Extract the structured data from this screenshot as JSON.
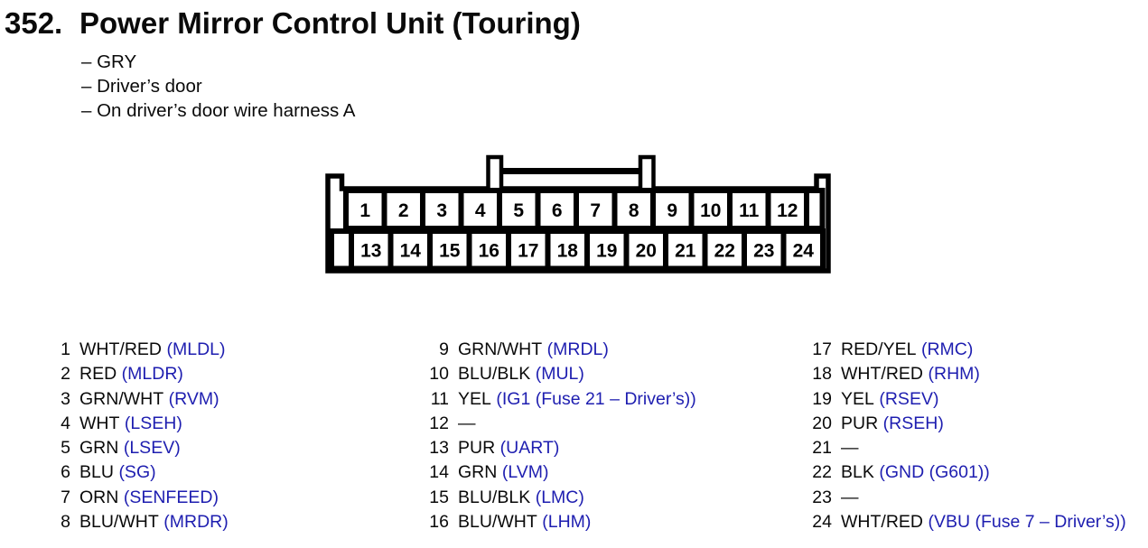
{
  "page": {
    "title_number": "352.",
    "title": "Power Mirror Control Unit (Touring)",
    "notes": [
      "– GRY",
      "– Driver’s door",
      "– On driver’s door wire harness A"
    ]
  },
  "connector": {
    "top_pins": [
      "1",
      "2",
      "3",
      "4",
      "5",
      "6",
      "7",
      "8",
      "9",
      "10",
      "11",
      "12"
    ],
    "bottom_pins": [
      "13",
      "14",
      "15",
      "16",
      "17",
      "18",
      "19",
      "20",
      "21",
      "22",
      "23",
      "24"
    ]
  },
  "pins": {
    "col1": [
      {
        "num": "1",
        "color": "WHT/RED",
        "signal": "(MLDL)"
      },
      {
        "num": "2",
        "color": "RED",
        "signal": "(MLDR)"
      },
      {
        "num": "3",
        "color": "GRN/WHT",
        "signal": "(RVM)"
      },
      {
        "num": "4",
        "color": "WHT",
        "signal": "(LSEH)"
      },
      {
        "num": "5",
        "color": "GRN",
        "signal": "(LSEV)"
      },
      {
        "num": "6",
        "color": "BLU",
        "signal": "(SG)"
      },
      {
        "num": "7",
        "color": "ORN",
        "signal": "(SENFEED)"
      },
      {
        "num": "8",
        "color": "BLU/WHT",
        "signal": "(MRDR)"
      }
    ],
    "col2": [
      {
        "num": "9",
        "color": "GRN/WHT",
        "signal": "(MRDL)"
      },
      {
        "num": "10",
        "color": "BLU/BLK",
        "signal": "(MUL)"
      },
      {
        "num": "11",
        "color": "YEL",
        "signal": "(IG1 (Fuse 21 – Driver’s))"
      },
      {
        "num": "12",
        "color": "—",
        "signal": ""
      },
      {
        "num": "13",
        "color": "PUR",
        "signal": "(UART)"
      },
      {
        "num": "14",
        "color": "GRN",
        "signal": "(LVM)"
      },
      {
        "num": "15",
        "color": "BLU/BLK",
        "signal": "(LMC)"
      },
      {
        "num": "16",
        "color": "BLU/WHT",
        "signal": "(LHM)"
      }
    ],
    "col3": [
      {
        "num": "17",
        "color": "RED/YEL",
        "signal": "(RMC)"
      },
      {
        "num": "18",
        "color": "WHT/RED",
        "signal": "(RHM)"
      },
      {
        "num": "19",
        "color": "YEL",
        "signal": "(RSEV)"
      },
      {
        "num": "20",
        "color": "PUR",
        "signal": "(RSEH)"
      },
      {
        "num": "21",
        "color": "—",
        "signal": ""
      },
      {
        "num": "22",
        "color": "BLK",
        "signal": "(GND (G601))"
      },
      {
        "num": "23",
        "color": "—",
        "signal": ""
      },
      {
        "num": "24",
        "color": "WHT/RED",
        "signal": "(VBU (Fuse 7 – Driver’s))"
      }
    ]
  },
  "colors": {
    "signal_blue": "#1e1eb0",
    "text_black": "#0a0a0a",
    "background": "#ffffff"
  }
}
